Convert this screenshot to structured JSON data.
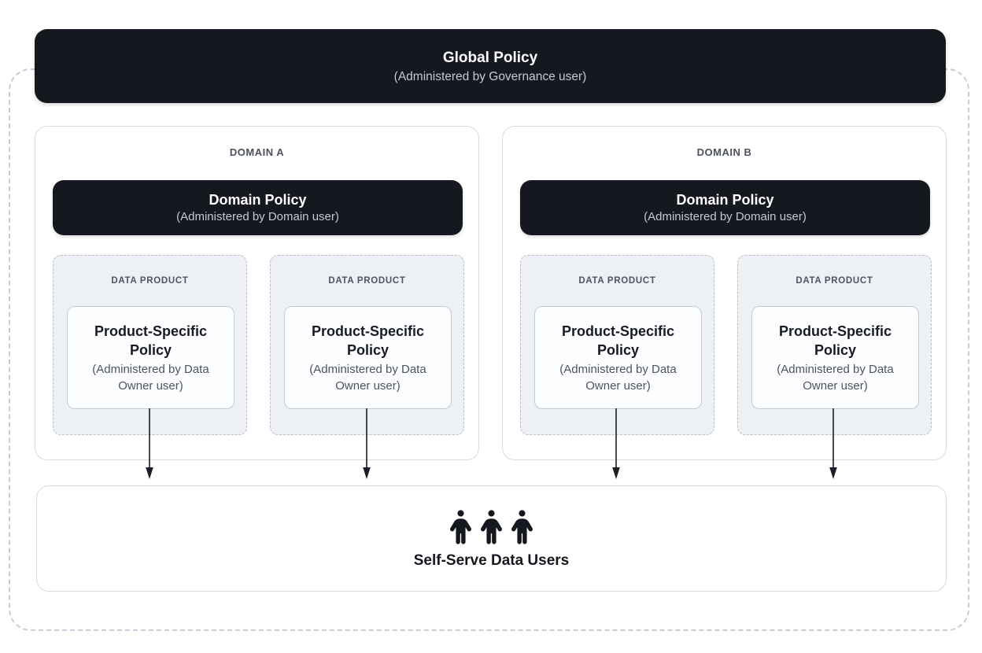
{
  "global_policy": {
    "title": "Global Policy",
    "subtitle": "(Administered by Governance user)"
  },
  "domains": [
    {
      "label": "DOMAIN A",
      "policy": {
        "title": "Domain Policy",
        "subtitle": "(Administered by Domain user)"
      },
      "data_products": [
        {
          "label": "DATA PRODUCT",
          "policy_title": "Product-Specific Policy",
          "policy_subtitle": "(Administered by Data Owner user)"
        },
        {
          "label": "DATA PRODUCT",
          "policy_title": "Product-Specific Policy",
          "policy_subtitle": "(Administered by Data Owner user)"
        }
      ]
    },
    {
      "label": "DOMAIN B",
      "policy": {
        "title": "Domain Policy",
        "subtitle": "(Administered by Domain user)"
      },
      "data_products": [
        {
          "label": "DATA PRODUCT",
          "policy_title": "Product-Specific Policy",
          "policy_subtitle": "(Administered by Data Owner user)"
        },
        {
          "label": "DATA PRODUCT",
          "policy_title": "Product-Specific Policy",
          "policy_subtitle": "(Administered by Data Owner user)"
        }
      ]
    }
  ],
  "bottom": {
    "title": "Self-Serve Data Users",
    "icon": "person-icon",
    "icon_count": 3
  },
  "colors": {
    "policy_box_bg": "#16181f",
    "policy_box_text": "#ffffff",
    "policy_box_subtext": "#c6c9d1",
    "container_border": "#d8dbe3",
    "dashed_boundary_border": "#c9cdd7",
    "data_product_bg": "#edf0f5",
    "data_product_border": "#b8bfcb",
    "label_text": "#4b515d",
    "body_text": "#181b22",
    "subtext": "#4e5461",
    "arrow": "#1b1e26"
  }
}
